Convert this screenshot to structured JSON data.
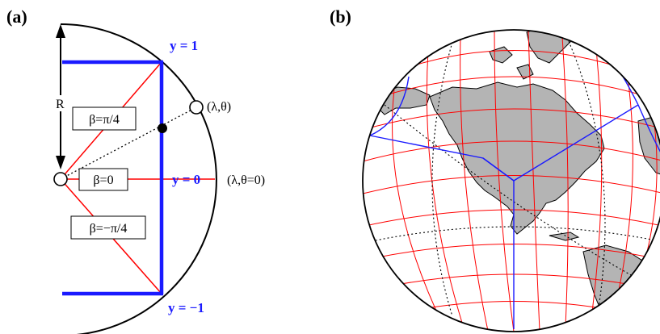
{
  "panels": {
    "a": {
      "label": "(a)"
    },
    "b": {
      "label": "(b)"
    }
  },
  "diagram_a": {
    "radius_label": "R",
    "y_labels": {
      "top": "y = 1",
      "middle": "y = 0",
      "bottom": "y = −1"
    },
    "beta_labels": {
      "top": "β=π/4",
      "middle": "β=0",
      "bottom": "β=−π/4"
    },
    "point_labels": {
      "upper": "(λ,θ)",
      "equator": "(λ,θ=0)"
    }
  },
  "colors": {
    "grid_line": "#ff0000",
    "cube_edge": "#1a1aff",
    "land": "#b4b4b4",
    "outline": "#000000"
  }
}
